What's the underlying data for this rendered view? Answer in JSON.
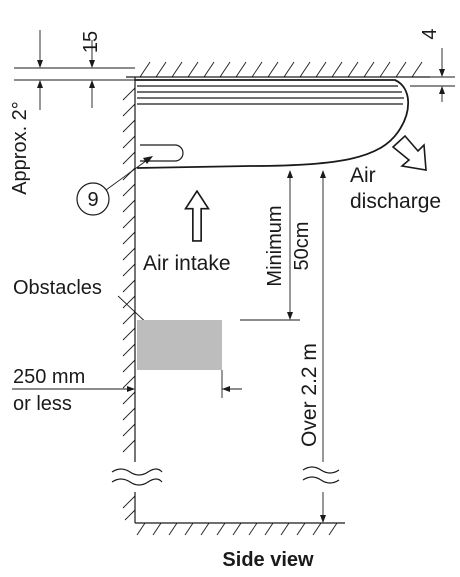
{
  "labels": {
    "dim_15": "15",
    "dim_4": "4",
    "approx_angle": "Approx. 2°",
    "part_number": "9",
    "air_discharge_line1": "Air",
    "air_discharge_line2": "discharge",
    "air_intake": "Air intake",
    "minimum_line1": "Minimum",
    "minimum_line2": "50cm",
    "obstacles": "Obstacles",
    "clearance_line1": "250 mm",
    "clearance_line2": "or less",
    "over_height": "Over 2.2 m",
    "caption": "Side view"
  },
  "colors": {
    "ink": "#1a1a1a",
    "obstacle_fill": "#bdbdbd",
    "background": "#ffffff"
  }
}
